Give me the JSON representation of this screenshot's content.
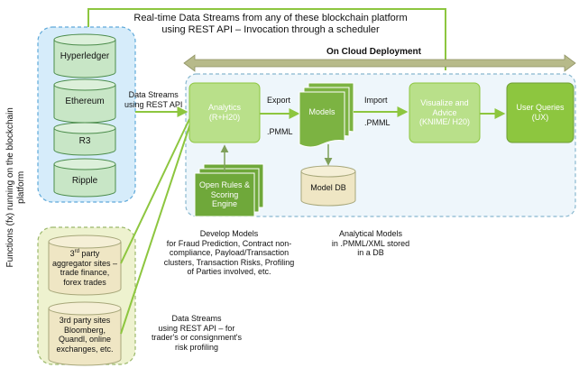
{
  "top_note": {
    "line1": "Real-time Data Streams from any of these blockchain platform",
    "line2": "using REST API – Invocation through a scheduler"
  },
  "cloud_deployment_label": "On Cloud Deployment",
  "side_label": {
    "line1": "Functions (fx) running on the blockchain",
    "line2": "platform"
  },
  "blockchain_platforms": [
    "Hyperledger",
    "Ethereum",
    "R3",
    "Ripple"
  ],
  "third_party": {
    "aggregator": {
      "line1_pre": "3",
      "line1_sup": "rd",
      "line1_post": " party",
      "line2": "aggregator sites –",
      "line3": "trade finance,",
      "line4": "forex trades"
    },
    "sites": {
      "line1": "3rd party sites",
      "line2": "Bloomberg,",
      "line3": "Quandl, online",
      "line4": "exchanges, etc."
    }
  },
  "data_streams_top": {
    "line1": "Data Streams",
    "line2": "using REST API"
  },
  "data_streams_bottom": {
    "line1": "Data Streams",
    "line2": "using REST API – for",
    "line3": "trader's or consignment's",
    "line4": "risk profiling"
  },
  "nodes": {
    "analytics": {
      "line1": "Analytics",
      "line2": "(R+H20)"
    },
    "models": "Models",
    "visualize": {
      "line1": "Visualize and",
      "line2": "Advice",
      "line3": "(KNIME/ H20)"
    },
    "user_queries": {
      "line1": "User Queries",
      "line2": "(UX)"
    },
    "open_rules": {
      "line1": "Open Rules &",
      "line2": "Scoring",
      "line3": "Engine"
    },
    "model_db": "Model DB"
  },
  "edge_labels": {
    "export": "Export",
    "pmml_left": ".PMML",
    "import": "Import",
    "pmml_right": ".PMML"
  },
  "develop_models": {
    "line1": "Develop Models",
    "line2": "for Fraud Prediction,  Contract non-",
    "line3": "compliance,  Payload/Transaction",
    "line4": "clusters, Transaction Risks, Profiling",
    "line5": "of Parties involved, etc."
  },
  "analytical_models": {
    "line1": "Analytical Models",
    "line2": "in .PMML/XML stored",
    "line3": "in a DB"
  },
  "colors": {
    "green": "#8dc63f",
    "green_dark": "#6f9e35",
    "green_light": "#b9e08a",
    "blue_group": "#d6ecfa",
    "blue_dash": "#5fa9d9",
    "cloud_bg": "#eef6fb",
    "cloud_dash": "#89b8cf",
    "cream_group": "#eef2cf",
    "db_fill": "#efe6c4",
    "db_stroke": "#a7a77a",
    "cyl_fill": "#c8e6c6",
    "cyl_stroke": "#4b8c4b",
    "arrow": "#9a9a5c"
  }
}
